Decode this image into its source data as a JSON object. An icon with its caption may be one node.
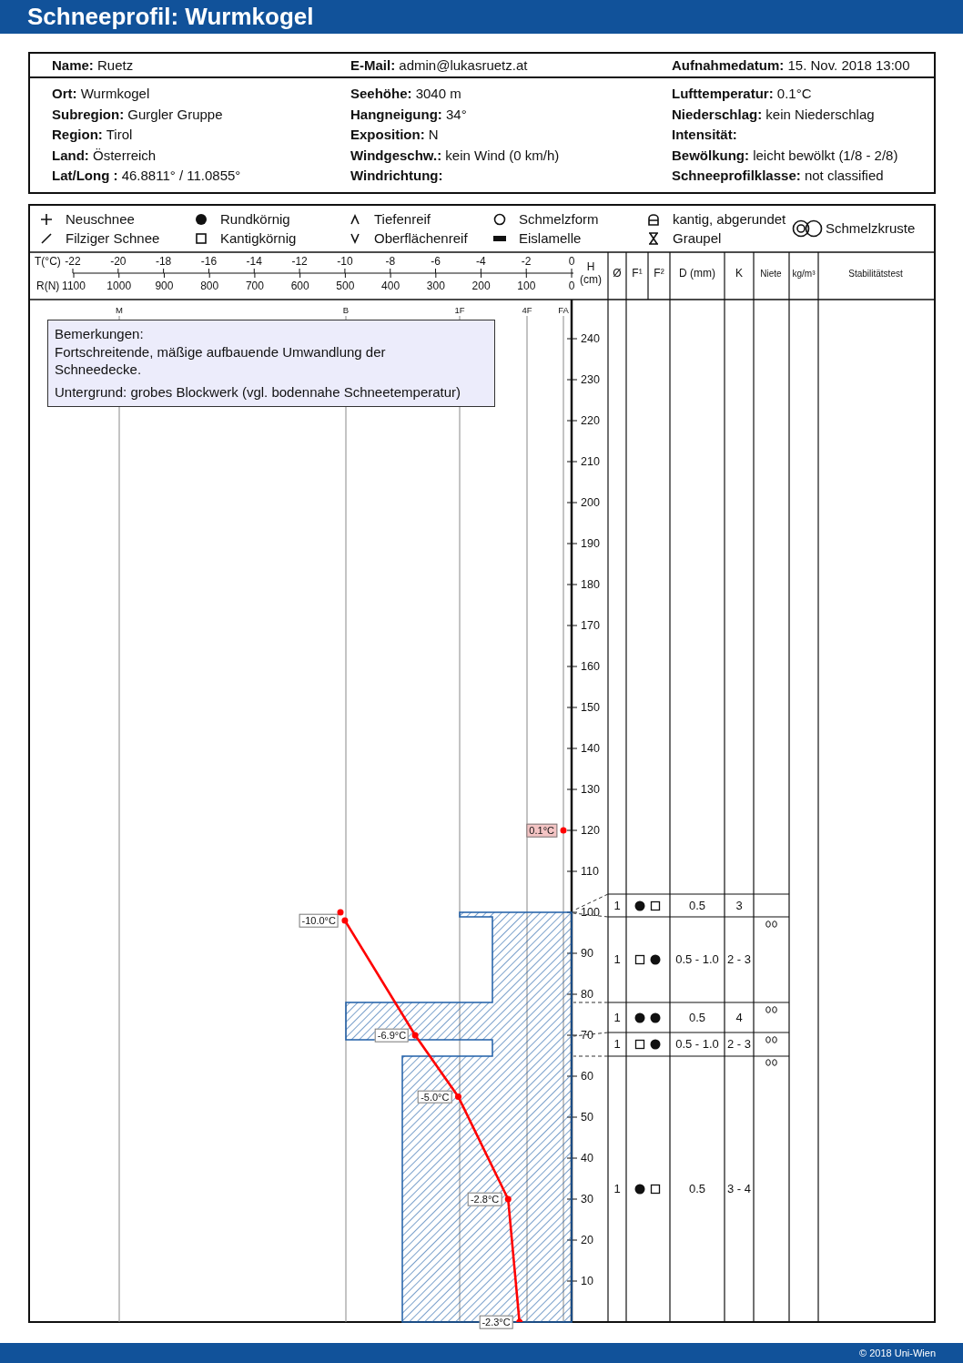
{
  "diagram": {
    "title": "Schneeprofil: Wurmkogel",
    "labels": [
      "**Name:** Ruetz",
      "**E-Mail:** admin@lukasruetz.at",
      "**Aufnahmedatum:** 15. Nov. 2018 13:00",
      "**Ort:** Wurmkogel",
      "**Seehöhe:** 3040 m",
      "**Lufttemperatur:** 0.1°C",
      "**Subregion:** Gurgler Gruppe",
      "**Hangneigung:** 34°",
      "**Niederschlag:** kein Niederschlag",
      "**Region:** Tirol",
      "**Exposition:** N",
      "**Intensität:**",
      "**Land:** Österreich",
      "**Windgeschw.:** kein Wind (0 km/h)",
      "**Bewölkung:** leicht bewölkt (1/8 - 2/8)",
      "**Lat/Long :** 46.8811° / 11.0855°",
      "**Windrichtung:**",
      "**Schneeprofilklasse:** not classified",
      "R(N)",
      "1100",
      "1000",
      "900",
      "800",
      "700",
      "600",
      "500",
      "400",
      "300",
      "200",
      "100",
      "0",
      "Ø",
      "F¹",
      "F²",
      "D (mm)",
      "K",
      "Niete",
      "kg/m³",
      "Stabilitätstest",
      "M",
      "B",
      "1F",
      "4F",
      "FA",
      "Bemerkungen:",
      "Fortschreitende, mäßige aufbauende Umwandlung der Schneedecke.",
      "Untergrund: grobes Blockwerk (vgl. bodennahe Schneetemperatur)",
      "1",
      "0.5",
      "3",
      "1",
      "0.5 - 1.0",
      "2 - 3",
      "1",
      "0.5",
      "4",
      "1",
      "0.5 - 1.0",
      "2 - 3",
      "1",
      "0.5",
      "3 - 4",
      "© 2018 Uni-Wien"
    ],
    "legend": [
      {
        "text": "Neuschnee"
      },
      {
        "text": "Rundkörnig"
      },
      {
        "text": "Tiefenreif"
      },
      {
        "text": "Schmelzform"
      },
      {
        "text": "kantig, abgerundet"
      },
      {
        "text": "Schmelzkruste"
      },
      {
        "text": "Filziger Schnee"
      },
      {
        "text": "Kantigkörnig"
      },
      {
        "text": "Oberflächenreif"
      },
      {
        "text": "Eislamelle"
      },
      {
        "text": "Graupel"
      }
    ],
    "chart_data": {
      "type": "line",
      "xlabel": "T(°C)",
      "ylabel": "H (cm)",
      "x": [
        -2.3,
        -2.8,
        -5.0,
        -6.9,
        -10.0
      ],
      "series": [
        {
          "color": "#ff0000",
          "marker": "circle",
          "values": [
            0,
            30,
            55,
            70,
            98
          ]
        }
      ],
      "value_labels": [
        "-2.3°C",
        "-2.8°C",
        "-5.0°C",
        "-6.9°C",
        "-10.0°C"
      ],
      "annotations": [
        "0.1°C"
      ],
      "xlim": [
        -22,
        0
      ],
      "ylim": [
        0,
        250
      ],
      "xticks": [
        -22,
        -20,
        -18,
        -16,
        -14,
        -12,
        -10,
        -8,
        -6,
        -4,
        -2,
        0
      ],
      "yticks": [
        10,
        20,
        30,
        40,
        50,
        60,
        70,
        80,
        90,
        100,
        110,
        120,
        130,
        140,
        150,
        160,
        170,
        180,
        190,
        200,
        210,
        220,
        230,
        240
      ]
    }
  }
}
